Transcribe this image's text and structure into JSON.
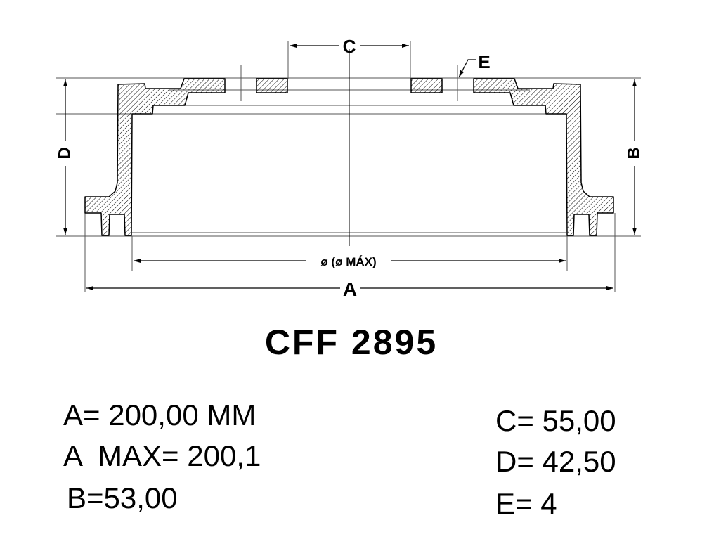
{
  "drawing": {
    "dimension_labels": {
      "A": "A",
      "B": "B",
      "C": "C",
      "D": "D",
      "E": "E",
      "diameter": "ø (ø MÁX)"
    }
  },
  "title": "CFF  2895",
  "specs_left": [
    "A= 200,00 MM",
    "A  MAX= 200,1",
    "B=53,00"
  ],
  "specs_right": [
    "C= 55,00",
    "D= 42,50",
    "E= 4"
  ]
}
